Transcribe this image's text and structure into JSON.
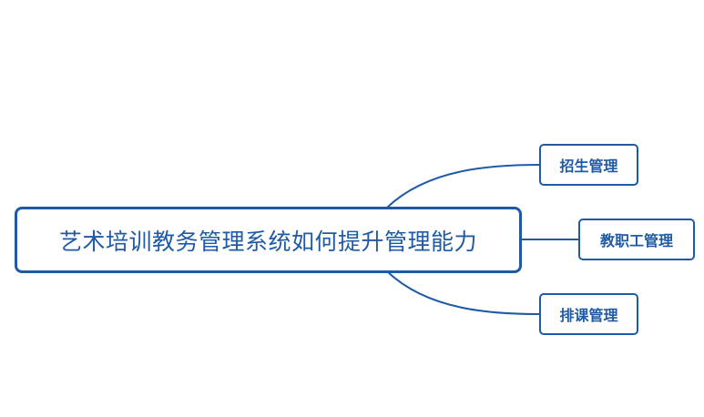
{
  "mindmap": {
    "root": {
      "label": "艺术培训教务管理系统如何提升管理能力"
    },
    "branches": [
      {
        "label": "招生管理"
      },
      {
        "label": "教职工管理"
      },
      {
        "label": "排课管理"
      }
    ]
  },
  "colors": {
    "border": "#1f5aa6",
    "text": "#1f5aa6",
    "connector": "#1f5aa6",
    "background": "#ffffff"
  }
}
